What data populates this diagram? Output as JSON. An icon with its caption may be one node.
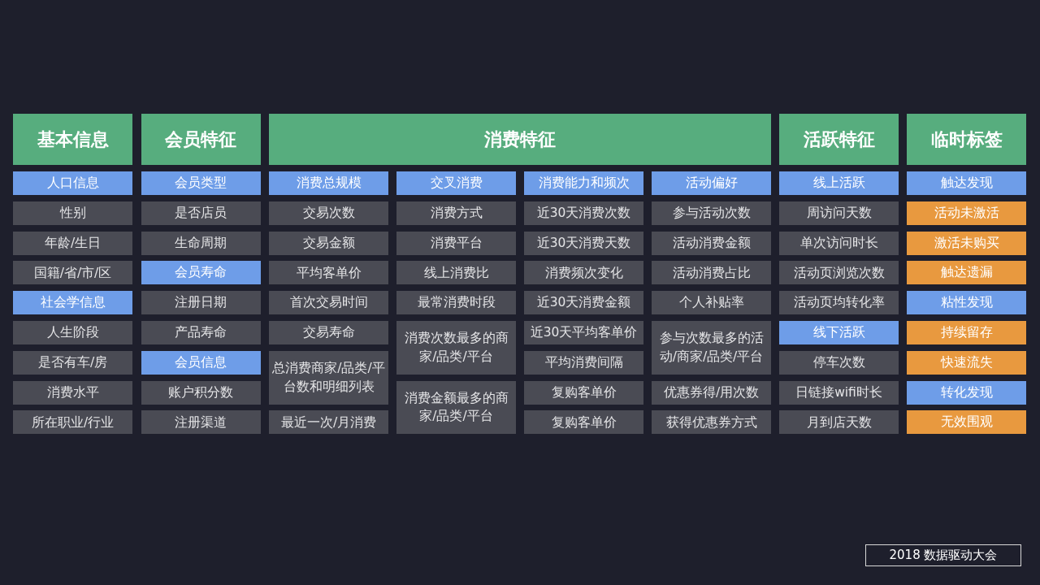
{
  "diagram": {
    "nodes": [
      {
        "text": [
          "基本信息"
        ]
      },
      {
        "text": [
          "人口信息"
        ]
      },
      {
        "text": [
          "性别"
        ]
      },
      {
        "text": [
          "年龄/生日"
        ]
      },
      {
        "text": [
          "国籍/省/市/区"
        ]
      },
      {
        "text": [
          "社会学信息"
        ]
      },
      {
        "text": [
          "人生阶段"
        ]
      },
      {
        "text": [
          "是否有车/房"
        ]
      },
      {
        "text": [
          "消费水平"
        ]
      },
      {
        "text": [
          "所在职业/行业"
        ]
      },
      {
        "text": [
          "会员特征"
        ]
      },
      {
        "text": [
          "会员类型"
        ]
      },
      {
        "text": [
          "是否店员"
        ]
      },
      {
        "text": [
          "生命周期"
        ]
      },
      {
        "text": [
          "会员寿命"
        ]
      },
      {
        "text": [
          "注册日期"
        ]
      },
      {
        "text": [
          "产品寿命"
        ]
      },
      {
        "text": [
          "会员信息"
        ]
      },
      {
        "text": [
          "账户积分数"
        ]
      },
      {
        "text": [
          "注册渠道"
        ]
      },
      {
        "text": [
          "消费特征"
        ]
      },
      {
        "text": [
          "消费总规模"
        ]
      },
      {
        "text": [
          "交易次数"
        ]
      },
      {
        "text": [
          "交易金额"
        ]
      },
      {
        "text": [
          "平均客单价"
        ]
      },
      {
        "text": [
          "首次交易时间"
        ]
      },
      {
        "text": [
          "交易寿命"
        ]
      },
      {
        "text": [
          "总消费商家/品类/平台数和明细列表"
        ]
      },
      {
        "text": [
          "最近一次/月消费"
        ]
      },
      {
        "text": [
          "交叉消费"
        ]
      },
      {
        "text": [
          "消费方式"
        ]
      },
      {
        "text": [
          "消费平台"
        ]
      },
      {
        "text": [
          "线上消费比"
        ]
      },
      {
        "text": [
          "最常消费时段"
        ]
      },
      {
        "text": [
          "消费次数最多的商家/品类/平台"
        ]
      },
      {
        "text": [
          "消费金额最多的商家/品类/平台"
        ]
      },
      {
        "text": [
          "消费能力和频次"
        ]
      },
      {
        "text": [
          "近30天消费次数"
        ]
      },
      {
        "text": [
          "近30天消费天数"
        ]
      },
      {
        "text": [
          "消费频次变化"
        ]
      },
      {
        "text": [
          "近30天消费金额"
        ]
      },
      {
        "text": [
          "近30天平均客单价"
        ]
      },
      {
        "text": [
          "平均消费间隔"
        ]
      },
      {
        "text": [
          "复购客单价"
        ]
      },
      {
        "text": [
          "复购客单价"
        ]
      },
      {
        "text": [
          "活动偏好"
        ]
      },
      {
        "text": [
          "参与活动次数"
        ]
      },
      {
        "text": [
          "活动消费金额"
        ]
      },
      {
        "text": [
          "活动消费占比"
        ]
      },
      {
        "text": [
          "个人补贴率"
        ]
      },
      {
        "text": [
          "参与次数最多的活动/商家/品类/平台"
        ]
      },
      {
        "text": [
          "优惠券得/用次数"
        ]
      },
      {
        "text": [
          "获得优惠券方式"
        ]
      },
      {
        "text": [
          "活跃特征"
        ]
      },
      {
        "text": [
          "线上活跃"
        ]
      },
      {
        "text": [
          "周访问天数"
        ]
      },
      {
        "text": [
          "单次访问时长"
        ]
      },
      {
        "text": [
          "活动页浏览次数"
        ]
      },
      {
        "text": [
          "活动页均转化率"
        ]
      },
      {
        "text": [
          "线下活跃"
        ]
      },
      {
        "text": [
          "停车次数"
        ]
      },
      {
        "text": [
          "日链接wifi时长"
        ]
      },
      {
        "text": [
          "月到店天数"
        ]
      },
      {
        "text": [
          "临时标签"
        ]
      },
      {
        "text": [
          "触达发现"
        ]
      },
      {
        "text": [
          "活动未激活"
        ]
      },
      {
        "text": [
          "激活未购买"
        ]
      },
      {
        "text": [
          "触达遗漏"
        ]
      },
      {
        "text": [
          "粘性发现"
        ]
      },
      {
        "text": [
          "持续留存"
        ]
      },
      {
        "text": [
          "快速流失"
        ]
      },
      {
        "text": [
          "转化发现"
        ]
      },
      {
        "text": [
          "无效围观"
        ]
      },
      {
        "text": [
          "2018 数据驱动大会"
        ]
      }
    ]
  }
}
